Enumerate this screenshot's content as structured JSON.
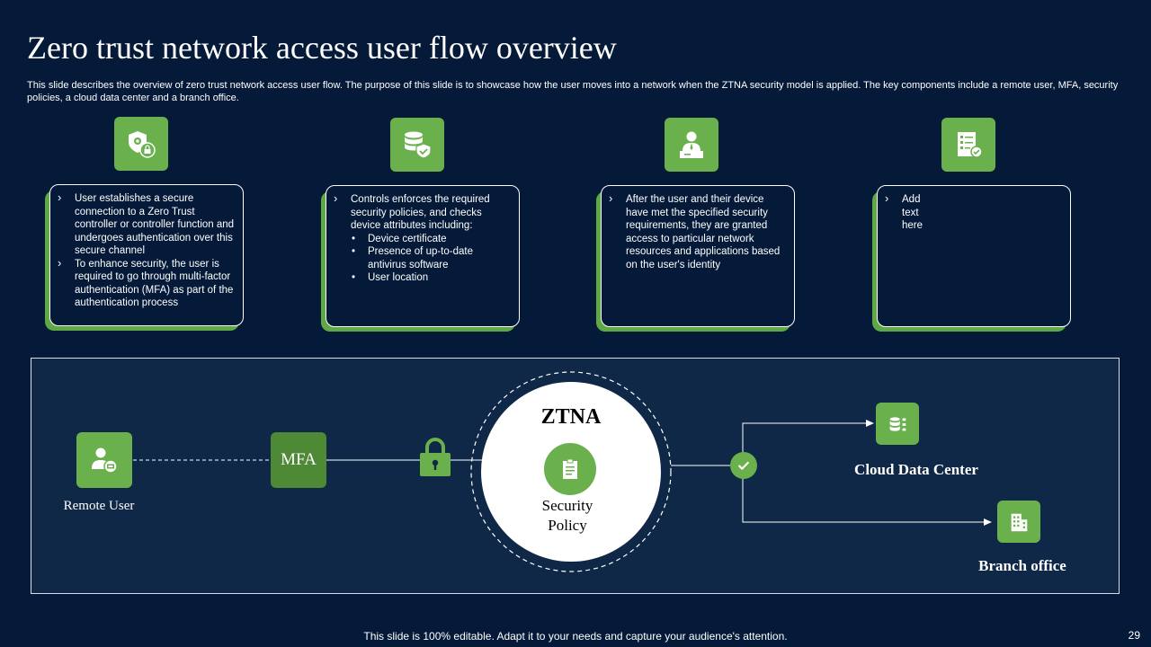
{
  "slide": {
    "title": "Zero trust network access user flow overview",
    "description": "This slide describes the overview of zero trust network access user flow. The purpose of this slide is to showcase how the user moves into a network when the ZTNA security model is applied. The key components include a remote user, MFA, security policies, a cloud data center and a branch office.",
    "footer": "This slide is 100% editable. Adapt it to your needs and capture your audience's attention.",
    "page_number": "29"
  },
  "cards": [
    {
      "icon": "shield-gear-lock-icon",
      "bullets": [
        "User establishes a secure connection to a Zero Trust controller or controller function and undergoes authentication over this secure channel",
        "To enhance security, the user is required to go through multi-factor authentication (MFA) as part of the authentication process"
      ]
    },
    {
      "icon": "database-shield-icon",
      "intro": "Controls enforces the required security policies, and checks device attributes including:",
      "sub": [
        "Device certificate",
        "Presence of up-to-date antivirus software",
        "User location"
      ]
    },
    {
      "icon": "user-desk-icon",
      "bullets": [
        "After the user and their device have met the specified security requirements, they are granted access to particular network resources and applications based on the user's identity"
      ]
    },
    {
      "icon": "checklist-icon",
      "bullets": [
        "Add text here"
      ]
    }
  ],
  "flow": {
    "remote_user": "Remote User",
    "mfa": "MFA",
    "ztna": "ZTNA",
    "security_policy": "Security Policy",
    "cloud_data_center": "Cloud Data Center",
    "branch_office": "Branch office"
  },
  "colors": {
    "background": "#041a38",
    "accent_green": "#6ab04c",
    "dark_green": "#4e8a35",
    "panel": "#0f2847"
  }
}
